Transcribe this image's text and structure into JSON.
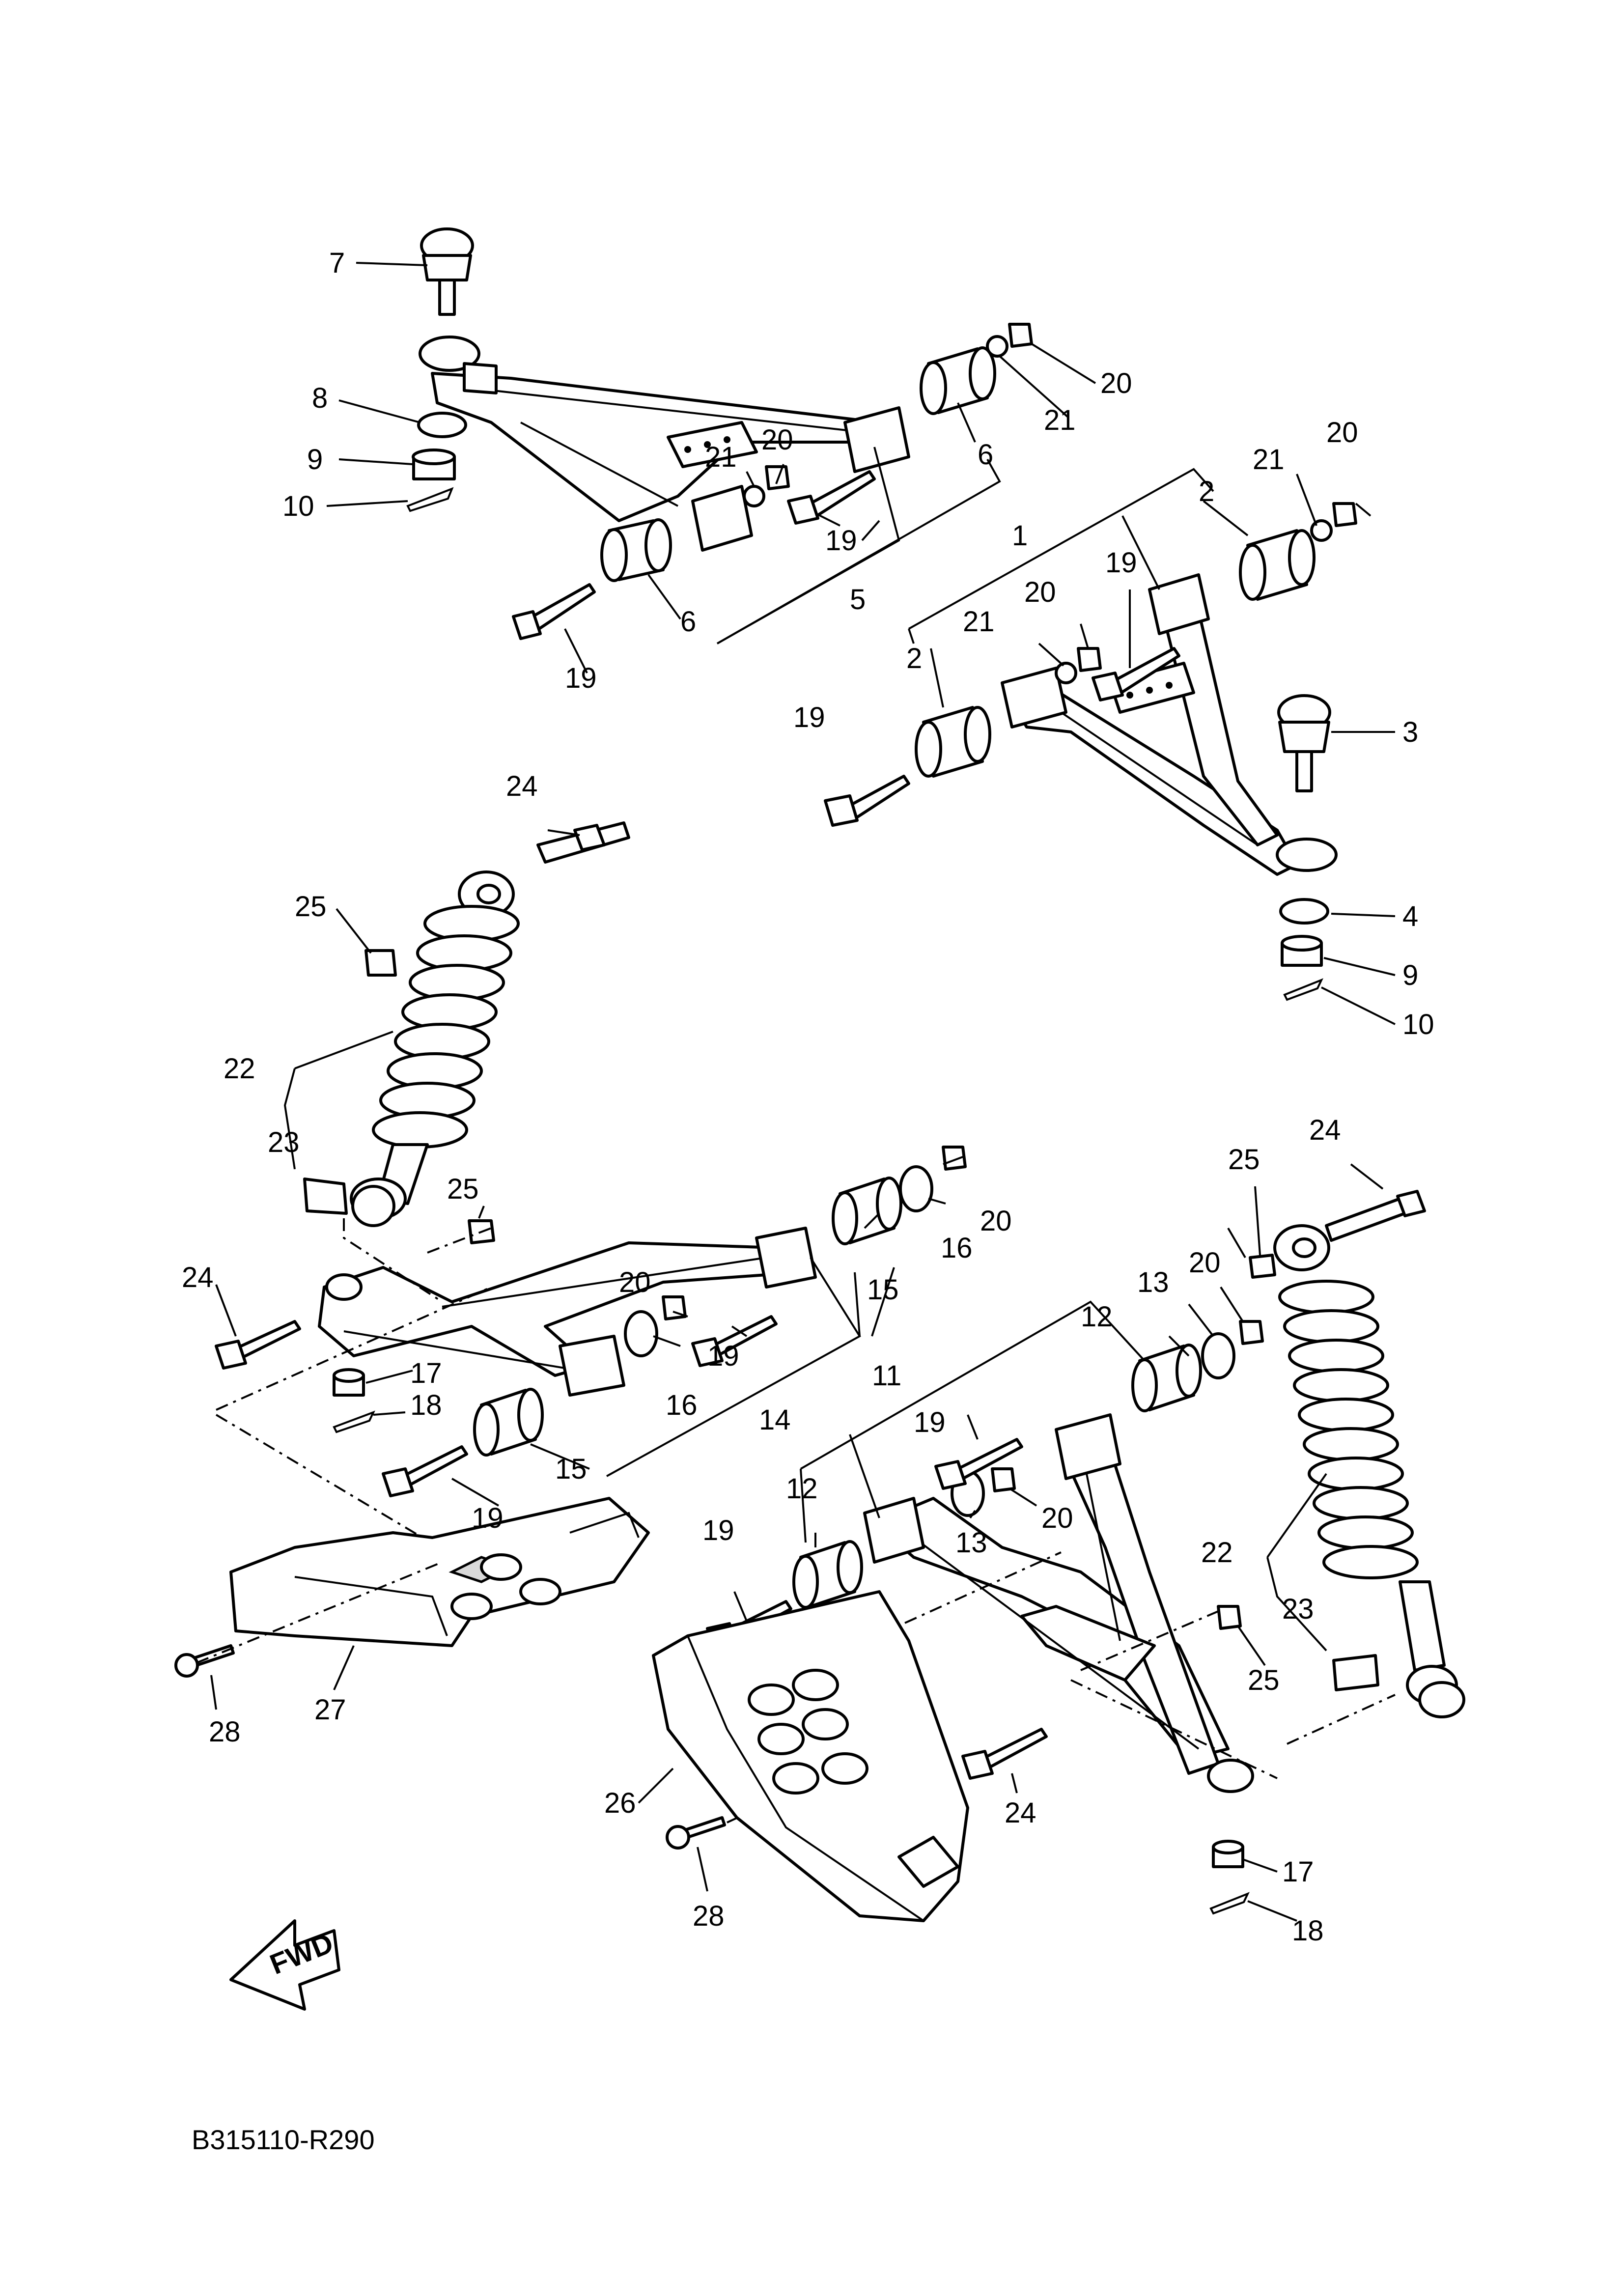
{
  "diagram": {
    "figure_code": "B315110-R290",
    "fwd_label": "FWD",
    "callouts": [
      {
        "id": "c7",
        "text": "7"
      },
      {
        "id": "c8",
        "text": "8"
      },
      {
        "id": "c9a",
        "text": "9"
      },
      {
        "id": "c10a",
        "text": "10"
      },
      {
        "id": "c20a",
        "text": "20"
      },
      {
        "id": "c21a",
        "text": "21"
      },
      {
        "id": "c6a",
        "text": "6"
      },
      {
        "id": "c20b",
        "text": "20"
      },
      {
        "id": "c21b",
        "text": "21"
      },
      {
        "id": "c19a",
        "text": "19"
      },
      {
        "id": "c6b",
        "text": "6"
      },
      {
        "id": "c5",
        "text": "5"
      },
      {
        "id": "c19b",
        "text": "19"
      },
      {
        "id": "c20c",
        "text": "20"
      },
      {
        "id": "c21c",
        "text": "21"
      },
      {
        "id": "c2a",
        "text": "2"
      },
      {
        "id": "c1",
        "text": "1"
      },
      {
        "id": "c19c",
        "text": "19"
      },
      {
        "id": "c20d",
        "text": "20"
      },
      {
        "id": "c21d",
        "text": "21"
      },
      {
        "id": "c2b",
        "text": "2"
      },
      {
        "id": "c19d",
        "text": "19"
      },
      {
        "id": "c3",
        "text": "3"
      },
      {
        "id": "c4",
        "text": "4"
      },
      {
        "id": "c9b",
        "text": "9"
      },
      {
        "id": "c10b",
        "text": "10"
      },
      {
        "id": "c24a",
        "text": "24"
      },
      {
        "id": "c25a",
        "text": "25"
      },
      {
        "id": "c22a",
        "text": "22"
      },
      {
        "id": "c23a",
        "text": "23"
      },
      {
        "id": "c25b",
        "text": "25"
      },
      {
        "id": "c20e",
        "text": "20"
      },
      {
        "id": "c16a",
        "text": "16"
      },
      {
        "id": "c15a",
        "text": "15"
      },
      {
        "id": "c24b",
        "text": "24"
      },
      {
        "id": "c20f",
        "text": "20"
      },
      {
        "id": "c19e",
        "text": "19"
      },
      {
        "id": "c16b",
        "text": "16"
      },
      {
        "id": "c17a",
        "text": "17"
      },
      {
        "id": "c18a",
        "text": "18"
      },
      {
        "id": "c14",
        "text": "14"
      },
      {
        "id": "c15b",
        "text": "15"
      },
      {
        "id": "c19f",
        "text": "19"
      },
      {
        "id": "c25c",
        "text": "25"
      },
      {
        "id": "c24c",
        "text": "24"
      },
      {
        "id": "c20g",
        "text": "20"
      },
      {
        "id": "c13a",
        "text": "13"
      },
      {
        "id": "c12a",
        "text": "12"
      },
      {
        "id": "c11",
        "text": "11"
      },
      {
        "id": "c19g",
        "text": "19"
      },
      {
        "id": "c12b",
        "text": "12"
      },
      {
        "id": "c13b",
        "text": "13"
      },
      {
        "id": "c20h",
        "text": "20"
      },
      {
        "id": "c19h",
        "text": "19"
      },
      {
        "id": "c22b",
        "text": "22"
      },
      {
        "id": "c23b",
        "text": "23"
      },
      {
        "id": "c25d",
        "text": "25"
      },
      {
        "id": "c27",
        "text": "27"
      },
      {
        "id": "c28a",
        "text": "28"
      },
      {
        "id": "c26",
        "text": "26"
      },
      {
        "id": "c24d",
        "text": "24"
      },
      {
        "id": "c28b",
        "text": "28"
      },
      {
        "id": "c17b",
        "text": "17"
      },
      {
        "id": "c18b",
        "text": "18"
      }
    ]
  }
}
